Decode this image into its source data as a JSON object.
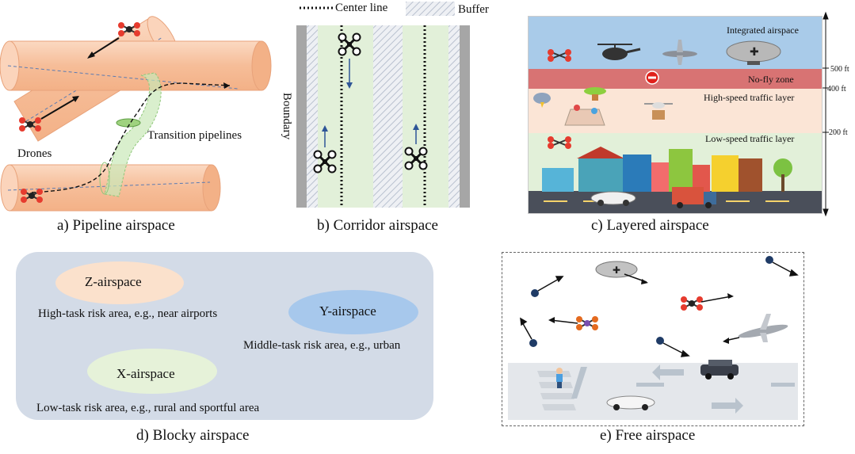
{
  "panels": {
    "pipeline": {
      "caption": "a) Pipeline airspace",
      "labels": {
        "drones": "Drones",
        "transition": "Transition pipelines"
      }
    },
    "corridor": {
      "caption": "b) Corridor airspace",
      "legend": {
        "center_line": "Center line",
        "buffer": "Buffer"
      },
      "boundary": "Boundary"
    },
    "layered": {
      "caption": "c) Layered airspace",
      "layers": {
        "integrated": "Integrated airspace",
        "nofly": "No-fly zone",
        "highspeed": "High-speed traffic layer",
        "lowspeed": "Low-speed traffic layer"
      },
      "altitudes": {
        "a500": "500 ft",
        "a400": "400 ft",
        "a200": "200 ft"
      }
    },
    "blocky": {
      "caption": "d) Blocky airspace",
      "zones": {
        "z": {
          "name": "Z-airspace",
          "desc": "High-task risk area, e.g.,  near airports"
        },
        "y": {
          "name": "Y-airspace",
          "desc": "Middle-task risk area, e.g., urban"
        },
        "x": {
          "name": "X-airspace",
          "desc": "Low-task risk area, e.g., rural and sportful area"
        }
      }
    },
    "free": {
      "caption": "e) Free airspace"
    }
  },
  "colors": {
    "pipe": "#f8cbad",
    "transition": "#c5e6b4",
    "boundary": "#a6a6a6",
    "lane": "#e2f0d9",
    "sky": "#a9cbe9",
    "nofly": "#d87373",
    "highlayer": "#fbe5d6",
    "lowlayer": "#e2f0d9",
    "blocky_bg": "#d3dbe7",
    "zone_z": "#fbe1cc",
    "zone_y": "#a7c8ec",
    "zone_x": "#e6f2d9"
  }
}
